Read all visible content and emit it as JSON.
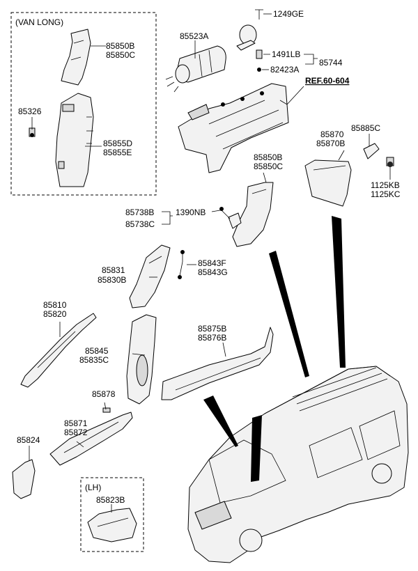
{
  "groups": {
    "van_long": "(VAN LONG)",
    "lh": "(LH)"
  },
  "labels": {
    "p1249ge": "1249GE",
    "p85523a": "85523A",
    "p85850b_top": "85850B",
    "p85850c_top": "85850C",
    "p1491lb": "1491LB",
    "p85744": "85744",
    "p82423a": "82423A",
    "ref": "REF.60-604",
    "p85326": "85326",
    "p85855d": "85855D",
    "p85855e": "85855E",
    "p85870": "85870",
    "p85870b": "85870B",
    "p85885c": "85885C",
    "p85850b_mid": "85850B",
    "p85850c_mid": "85850C",
    "p1125kb": "1125KB",
    "p1125kc": "1125KC",
    "p85738b": "85738B",
    "p85738c": "85738C",
    "p1390nb": "1390NB",
    "p85831": "85831",
    "p85830b": "85830B",
    "p85843f": "85843F",
    "p85843g": "85843G",
    "p85810": "85810",
    "p85820": "85820",
    "p85875b": "85875B",
    "p85876b": "85876B",
    "p85845": "85845",
    "p85835c": "85835C",
    "p85878": "85878",
    "p85871": "85871",
    "p85872": "85872",
    "p85824": "85824",
    "p85823b": "85823B"
  }
}
